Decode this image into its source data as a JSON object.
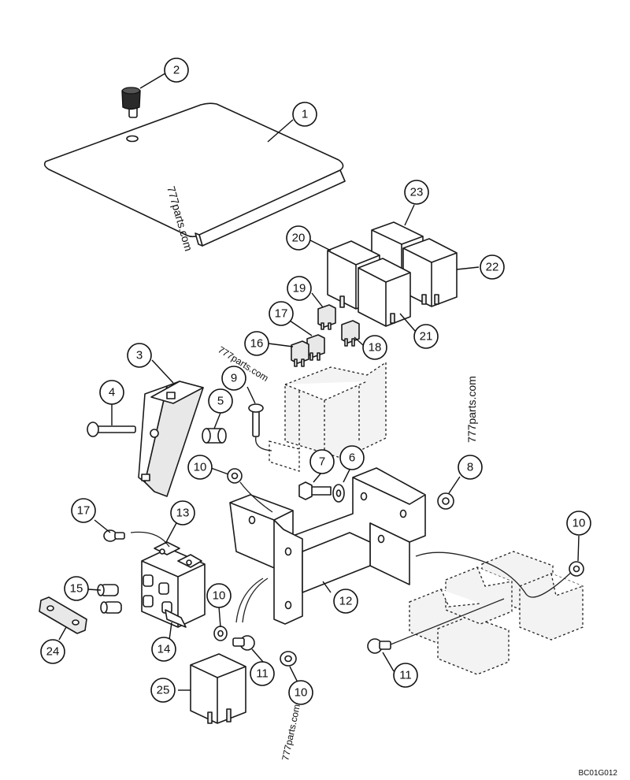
{
  "figure": {
    "drawing_code": "BC01G012",
    "watermark": "777parts.com",
    "callouts": [
      {
        "id": "callout-1",
        "label": "1"
      },
      {
        "id": "callout-2",
        "label": "2"
      },
      {
        "id": "callout-3",
        "label": "3"
      },
      {
        "id": "callout-4",
        "label": "4"
      },
      {
        "id": "callout-5",
        "label": "5"
      },
      {
        "id": "callout-6",
        "label": "6"
      },
      {
        "id": "callout-7",
        "label": "7"
      },
      {
        "id": "callout-8",
        "label": "8"
      },
      {
        "id": "callout-9",
        "label": "9"
      },
      {
        "id": "callout-10a",
        "label": "10"
      },
      {
        "id": "callout-10b",
        "label": "10"
      },
      {
        "id": "callout-10c",
        "label": "10"
      },
      {
        "id": "callout-10d",
        "label": "10"
      },
      {
        "id": "callout-11a",
        "label": "11"
      },
      {
        "id": "callout-11b",
        "label": "11"
      },
      {
        "id": "callout-12",
        "label": "12"
      },
      {
        "id": "callout-13",
        "label": "13"
      },
      {
        "id": "callout-14",
        "label": "14"
      },
      {
        "id": "callout-15",
        "label": "15"
      },
      {
        "id": "callout-16",
        "label": "16"
      },
      {
        "id": "callout-17a",
        "label": "17"
      },
      {
        "id": "callout-17b",
        "label": "17"
      },
      {
        "id": "callout-18",
        "label": "18"
      },
      {
        "id": "callout-19",
        "label": "19"
      },
      {
        "id": "callout-20",
        "label": "20"
      },
      {
        "id": "callout-21",
        "label": "21"
      },
      {
        "id": "callout-22",
        "label": "22"
      },
      {
        "id": "callout-23",
        "label": "23"
      },
      {
        "id": "callout-24",
        "label": "24"
      },
      {
        "id": "callout-25",
        "label": "25"
      }
    ]
  }
}
